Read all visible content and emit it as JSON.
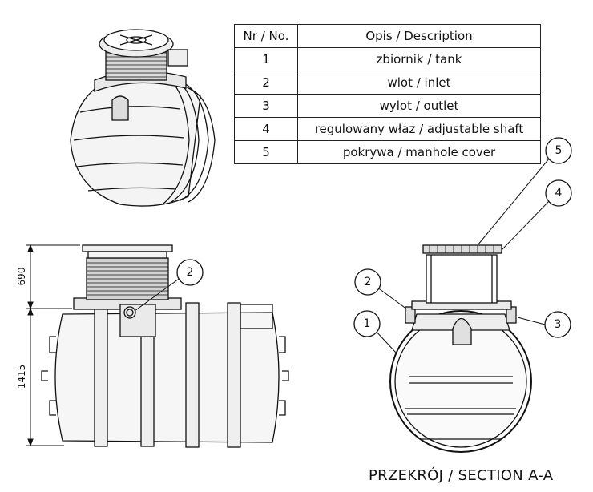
{
  "table": {
    "header_no": "Nr / No.",
    "header_desc": "Opis / Description",
    "rows": [
      {
        "no": "1",
        "desc": "zbiornik / tank"
      },
      {
        "no": "2",
        "desc": "wlot / inlet"
      },
      {
        "no": "3",
        "desc": "wylot / outlet"
      },
      {
        "no": "4",
        "desc": "regulowany właz / adjustable shaft"
      },
      {
        "no": "5",
        "desc": "pokrywa / manhole cover"
      }
    ]
  },
  "dimensions": {
    "shaft_height": "690",
    "tank_height": "1415"
  },
  "callouts": {
    "side_inlet": "2",
    "front_tank": "1",
    "front_inlet": "2",
    "front_outlet": "3",
    "front_shaft": "4",
    "front_cover": "5"
  },
  "section_title": "PRZEKRÓJ / SECTION A-A"
}
